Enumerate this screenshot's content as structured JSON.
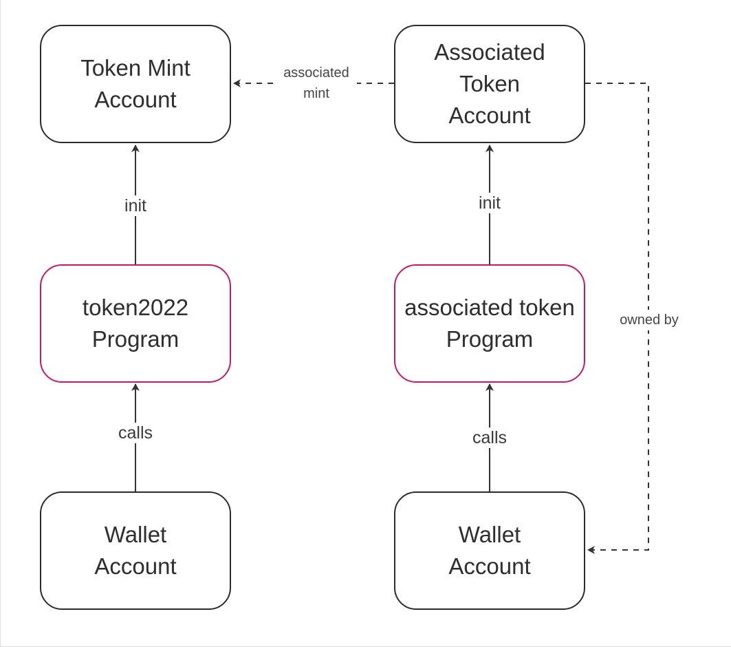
{
  "colors": {
    "node_border": "#2b2b2b",
    "program_border": "#c2186b",
    "edge": "#333333",
    "text": "#2e2e2e"
  },
  "nodes": {
    "token_mint_account": {
      "lines": [
        "Token Mint",
        "Account"
      ]
    },
    "associated_token_account": {
      "lines": [
        "Associated",
        "Token",
        "Account"
      ]
    },
    "token2022_program": {
      "lines": [
        "token2022",
        "Program"
      ]
    },
    "associated_token_program": {
      "lines": [
        "associated token",
        "Program"
      ]
    },
    "wallet_account_left": {
      "lines": [
        "Wallet",
        "Account"
      ]
    },
    "wallet_account_right": {
      "lines": [
        "Wallet",
        "Account"
      ]
    }
  },
  "edges": {
    "left_init": {
      "label": "init"
    },
    "left_calls": {
      "label": "calls"
    },
    "right_init": {
      "label": "init"
    },
    "right_calls": {
      "label": "calls"
    },
    "associated_mint": {
      "lines": [
        "associated",
        "mint"
      ]
    },
    "owned_by": {
      "label": "owned by"
    }
  }
}
